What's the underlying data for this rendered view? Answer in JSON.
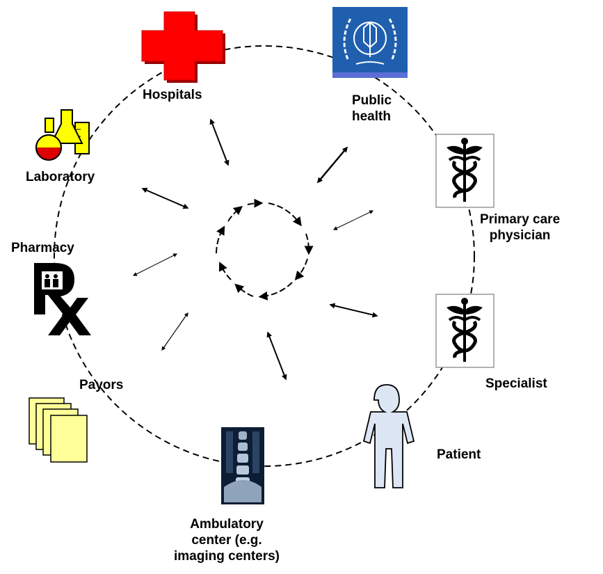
{
  "nodes": {
    "hospitals": {
      "label": "Hospitals",
      "icon": "red-cross-icon"
    },
    "public_health": {
      "label_lines": [
        "Public",
        "health"
      ],
      "icon": "public-health-seal-icon"
    },
    "primary_care": {
      "label_lines": [
        "Primary care",
        "physician"
      ],
      "icon": "caduceus-icon"
    },
    "specialist": {
      "label": "Specialist",
      "icon": "caduceus-icon"
    },
    "patient": {
      "label": "Patient",
      "icon": "person-outline-icon"
    },
    "ambulatory": {
      "label_lines": [
        "Ambulatory",
        "center (e.g.",
        "imaging centers)"
      ],
      "icon": "spine-xray-icon"
    },
    "payors": {
      "label": "Payors",
      "icon": "stacked-documents-icon"
    },
    "pharmacy": {
      "label": "Pharmacy",
      "icon": "rx-icon"
    },
    "laboratory": {
      "label": "Laboratory",
      "icon": "lab-flasks-icon"
    }
  },
  "colors": {
    "cross_red": "#ff0000",
    "seal_blue": "#1f5fae",
    "document_yellow": "#ffff99",
    "patient_fill": "#dde6f5",
    "xray_dark": "#0d1d33"
  }
}
